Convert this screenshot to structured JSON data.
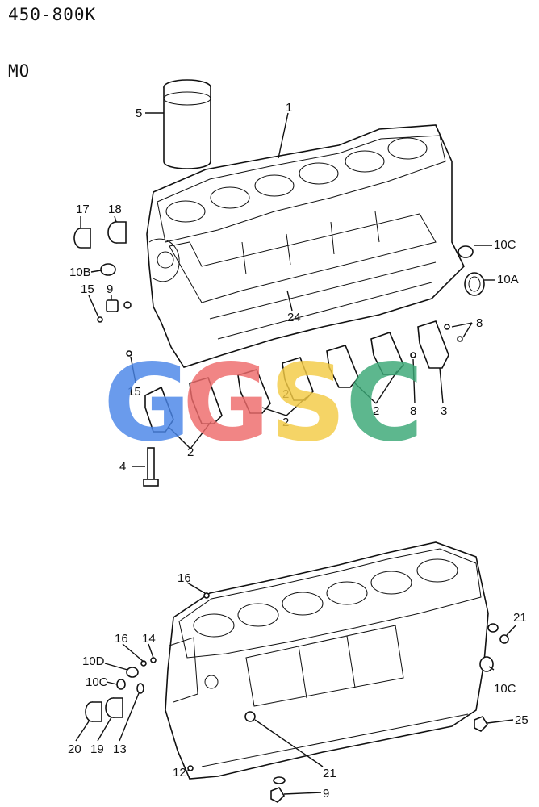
{
  "header": {
    "model": "450-800K",
    "code": "MO"
  },
  "watermark": {
    "letters": [
      "G",
      "G",
      "S",
      "C"
    ],
    "colors": [
      "#4a86e8",
      "#ee6b6b",
      "#f4cb45",
      "#3aa876"
    ]
  },
  "callouts_top": [
    "5",
    "1",
    "17",
    "18",
    "10B",
    "15",
    "9",
    "10C",
    "10A",
    "24",
    "8",
    "15",
    "2",
    "2",
    "2",
    "8",
    "3",
    "4",
    "2"
  ],
  "callouts_bottom": [
    "16",
    "16",
    "14",
    "10D",
    "10C",
    "20",
    "19",
    "13",
    "21",
    "10C",
    "25",
    "21",
    "12",
    "9"
  ]
}
